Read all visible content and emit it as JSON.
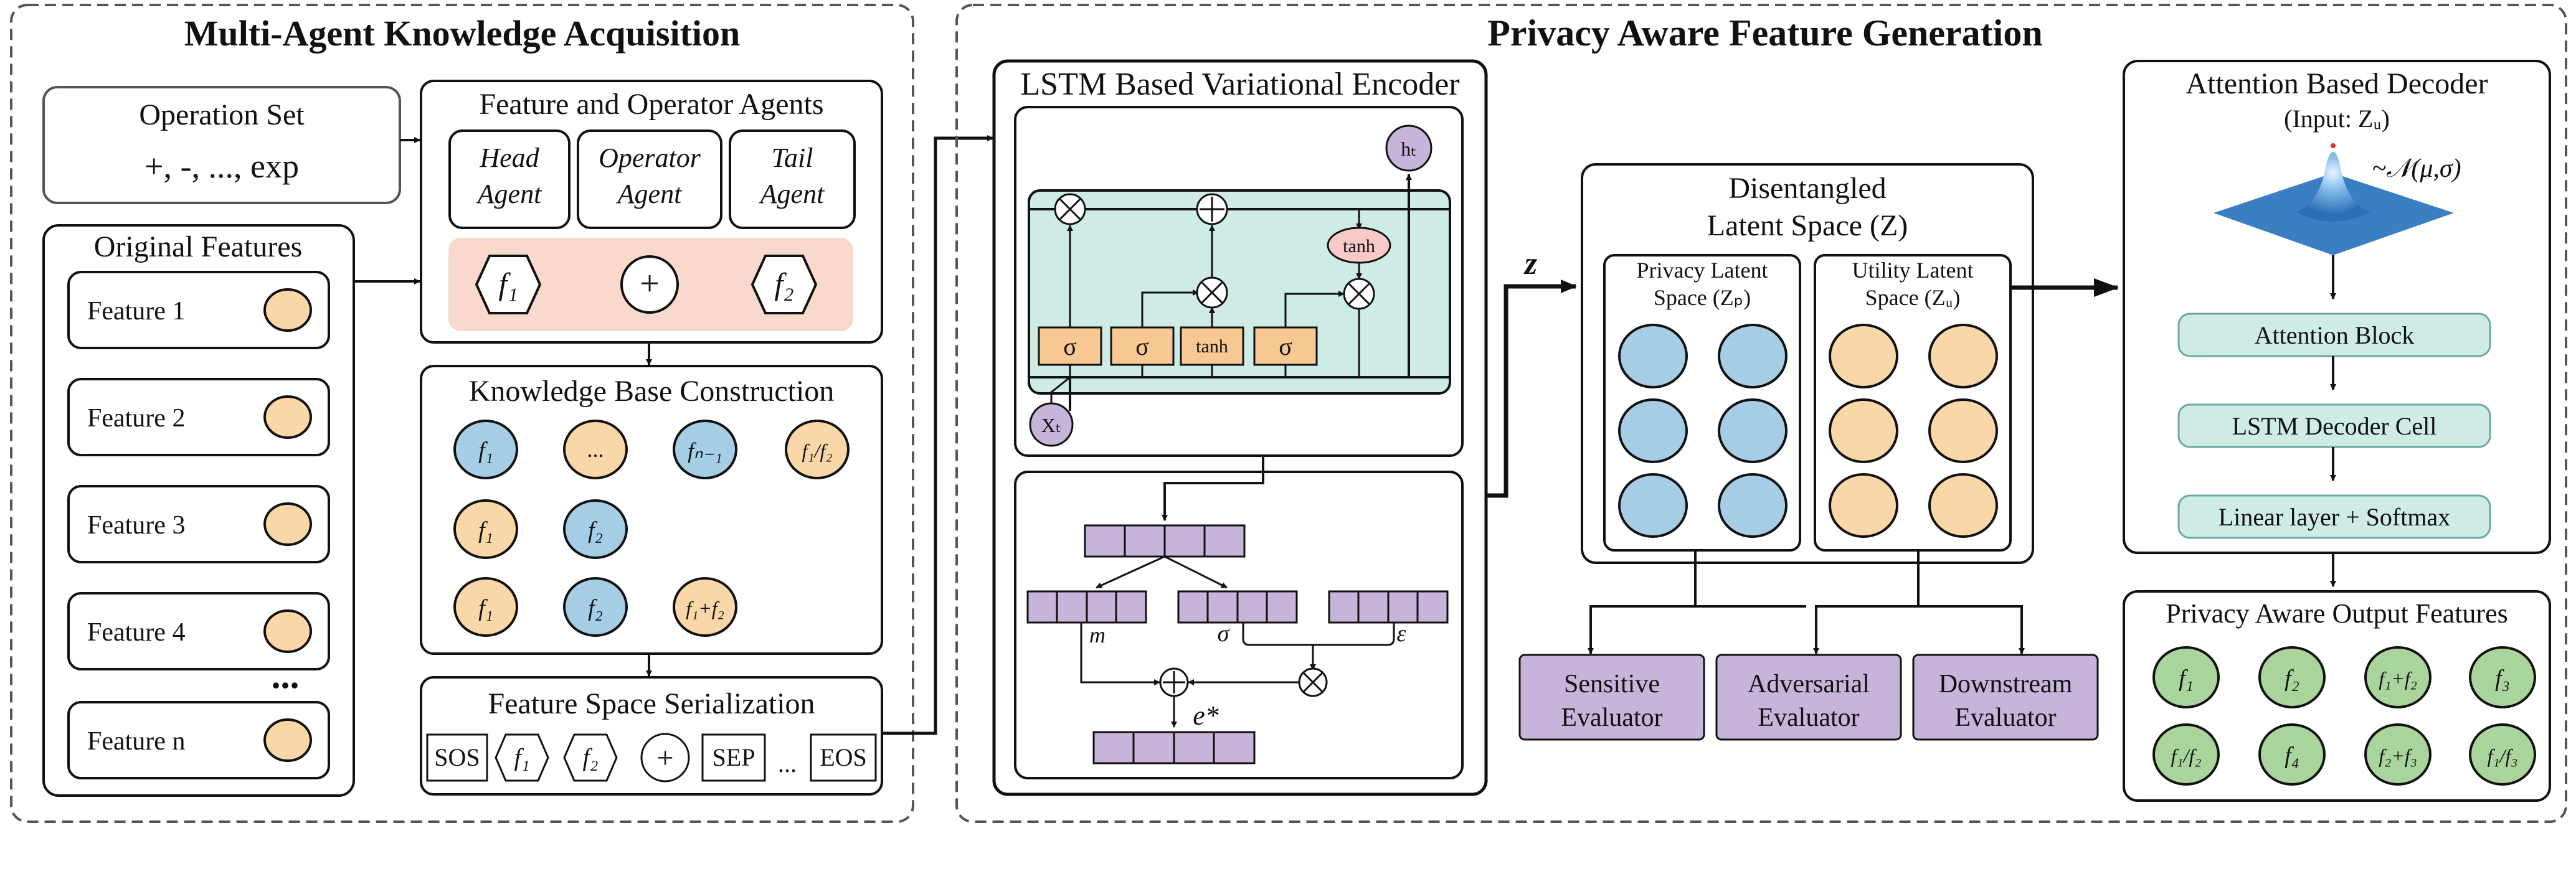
{
  "left_panel": {
    "title": "Multi-Agent Knowledge Acquisition",
    "operation_set": {
      "title": "Operation Set",
      "ops": "+, -, ..., exp"
    },
    "original_features": {
      "title": "Original Features",
      "features": [
        "Feature 1",
        "Feature 2",
        "Feature 3",
        "Feature 4",
        "Feature n"
      ],
      "ellipsis": "..."
    },
    "agents": {
      "title": "Feature and Operator Agents",
      "head": [
        "Head",
        "Agent"
      ],
      "operator": [
        "Operator",
        "Agent"
      ],
      "tail": [
        "Tail",
        "Agent"
      ],
      "example": {
        "left": "f₁",
        "op": "+",
        "right": "f₂"
      }
    },
    "knowledge_base": {
      "title": "Knowledge Base Construction",
      "row1": [
        "f₁",
        "...",
        "fₙ₋₁",
        "f₁/f₂"
      ],
      "row2": [
        "f₁",
        "f₂"
      ],
      "row3": [
        "f₁",
        "f₂",
        "f₁+f₂"
      ]
    },
    "serialization": {
      "title": "Feature Space Serialization",
      "tokens": [
        "SOS",
        "f₁",
        "f₂",
        "+",
        "SEP",
        "...",
        "EOS"
      ]
    }
  },
  "right_panel": {
    "title": "Privacy Aware Feature Generation",
    "encoder": {
      "title": "LSTM Based Variational Encoder",
      "gates": [
        "σ",
        "σ",
        "tanh",
        "σ"
      ],
      "tanh_label": "tanh",
      "input": "Xₜ",
      "output": "hₜ",
      "mu": "m",
      "sigma": "σ",
      "epsilon": "ε",
      "e_star": "e*"
    },
    "z_label": "z",
    "latent": {
      "title_line1": "Disentangled",
      "title_line2": "Latent Space (Z)",
      "privacy": [
        "Privacy Latent",
        "Space (Zₚ)"
      ],
      "utility": [
        "Utility Latent",
        "Space (Zᵤ)"
      ]
    },
    "evaluators": [
      [
        "Sensitive",
        "Evaluator"
      ],
      [
        "Adversarial",
        "Evaluator"
      ],
      [
        "Downstream",
        "Evaluator"
      ]
    ],
    "decoder": {
      "title": "Attention Based Decoder",
      "input": "(Input: Zᵤ)",
      "dist": "~𝒩(μ,σ)",
      "blocks": [
        "Attention Block",
        "LSTM Decoder Cell",
        "Linear layer + Softmax"
      ]
    },
    "output": {
      "title": "Privacy Aware Output Features",
      "row1": [
        "f₁",
        "f₂",
        "f₁+f₂",
        "f₃"
      ],
      "row2": [
        "f₁/f₂",
        "f₄",
        "f₂+f₃",
        "f₁/f₃"
      ]
    }
  },
  "colors": {
    "orange": "#FAD7A8",
    "blue": "#A6CDE6",
    "green": "#A9D59C",
    "purple": "#C6B4DA",
    "teal": "#CFEBE6",
    "salmon": "#F9D9CC",
    "gate": "#F7C891"
  }
}
